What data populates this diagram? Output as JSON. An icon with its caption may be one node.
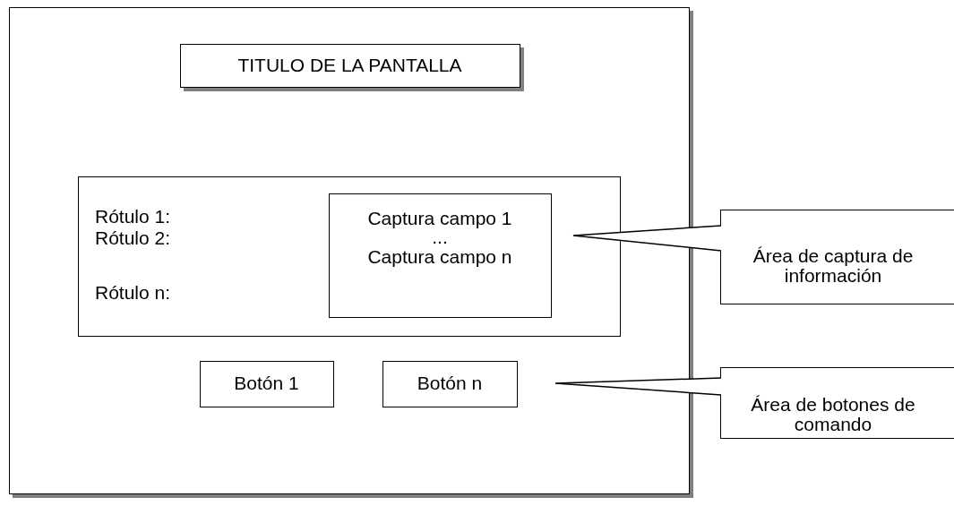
{
  "diagram": {
    "nodes": [
      {
        "text": [],
        "shape": "box"
      },
      {
        "text": [
          "TITULO DE LA PANTALLA"
        ],
        "in": 0
      },
      {
        "text": [
          "Rótulo 1:",
          "Rótulo 2:",
          "Rótulo n:"
        ],
        "in": 0
      },
      {
        "text": [
          "Captura campo 1",
          "...",
          "Captura campo n"
        ],
        "in": 2
      },
      {
        "text": [
          "Botón 1"
        ],
        "in": 0
      },
      {
        "text": [
          "Botón n"
        ],
        "in": 0
      },
      {
        "text": [
          "Área de captura de información"
        ]
      },
      {
        "text": [
          "Área de botones de comando"
        ]
      }
    ],
    "edges": [
      {
        "from": 6,
        "to": null,
        "arrow": "none"
      },
      {
        "from": 7,
        "to": null,
        "arrow": "none"
      }
    ]
  }
}
